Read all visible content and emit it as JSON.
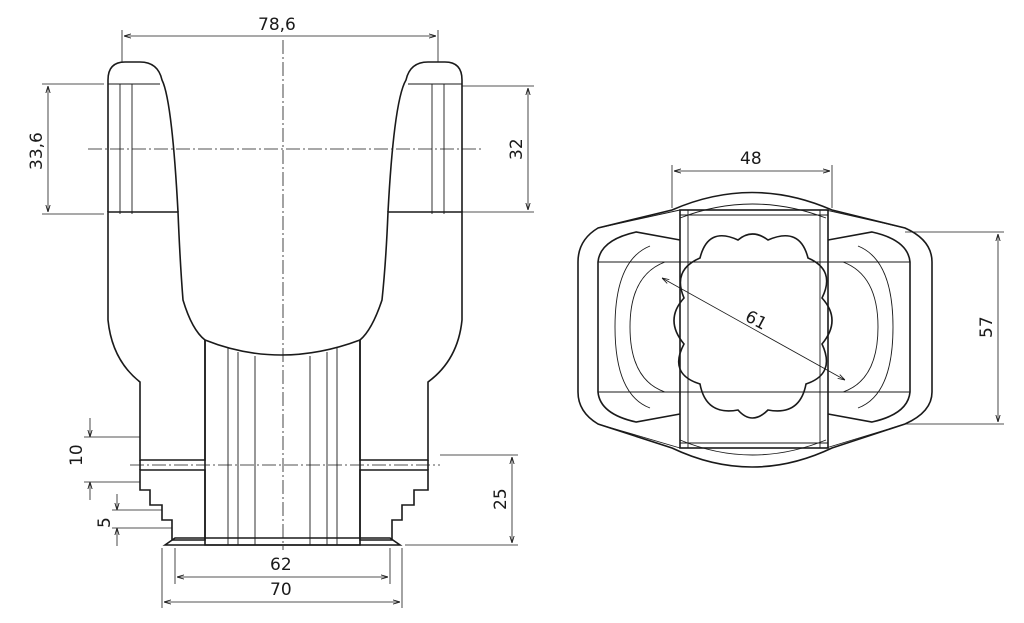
{
  "colors": {
    "ink": "#1a1a1a",
    "paper": "#ffffff"
  },
  "dimensions": {
    "top_width": "78,6",
    "left_height": "33,6",
    "right_height": "32",
    "width_48": "48",
    "height_57": "57",
    "diagonal_61": "61",
    "slot_10": "10",
    "step_5": "5",
    "depth_25": "25",
    "base_62": "62",
    "base_70": "70"
  }
}
